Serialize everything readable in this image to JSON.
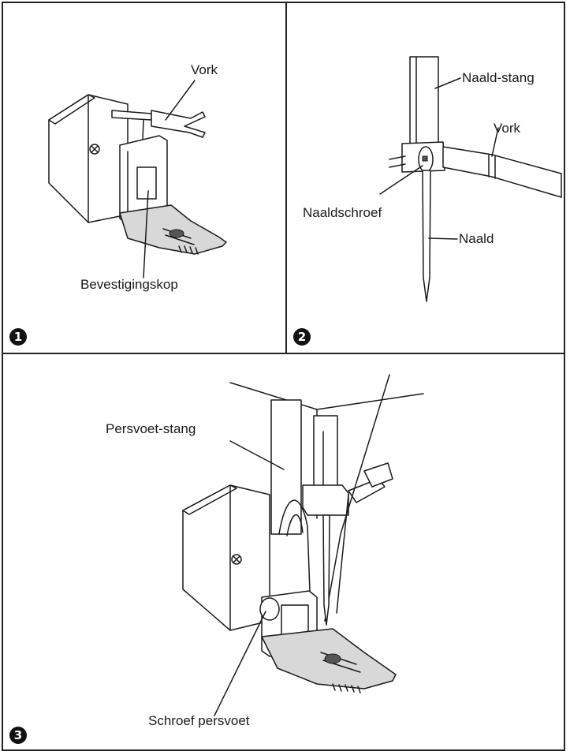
{
  "panels": [
    {
      "number": "1",
      "labels": {
        "fork": "Vork",
        "mount": "Bevestigingskop"
      }
    },
    {
      "number": "2",
      "labels": {
        "needle_bar": "Naald-stang",
        "fork": "Vork",
        "needle_screw": "Naaldschroef",
        "needle": "Naald"
      }
    },
    {
      "number": "3",
      "labels": {
        "presser_bar": "Persvoet-stang",
        "presser_screw": "Schroef persvoet"
      }
    }
  ]
}
